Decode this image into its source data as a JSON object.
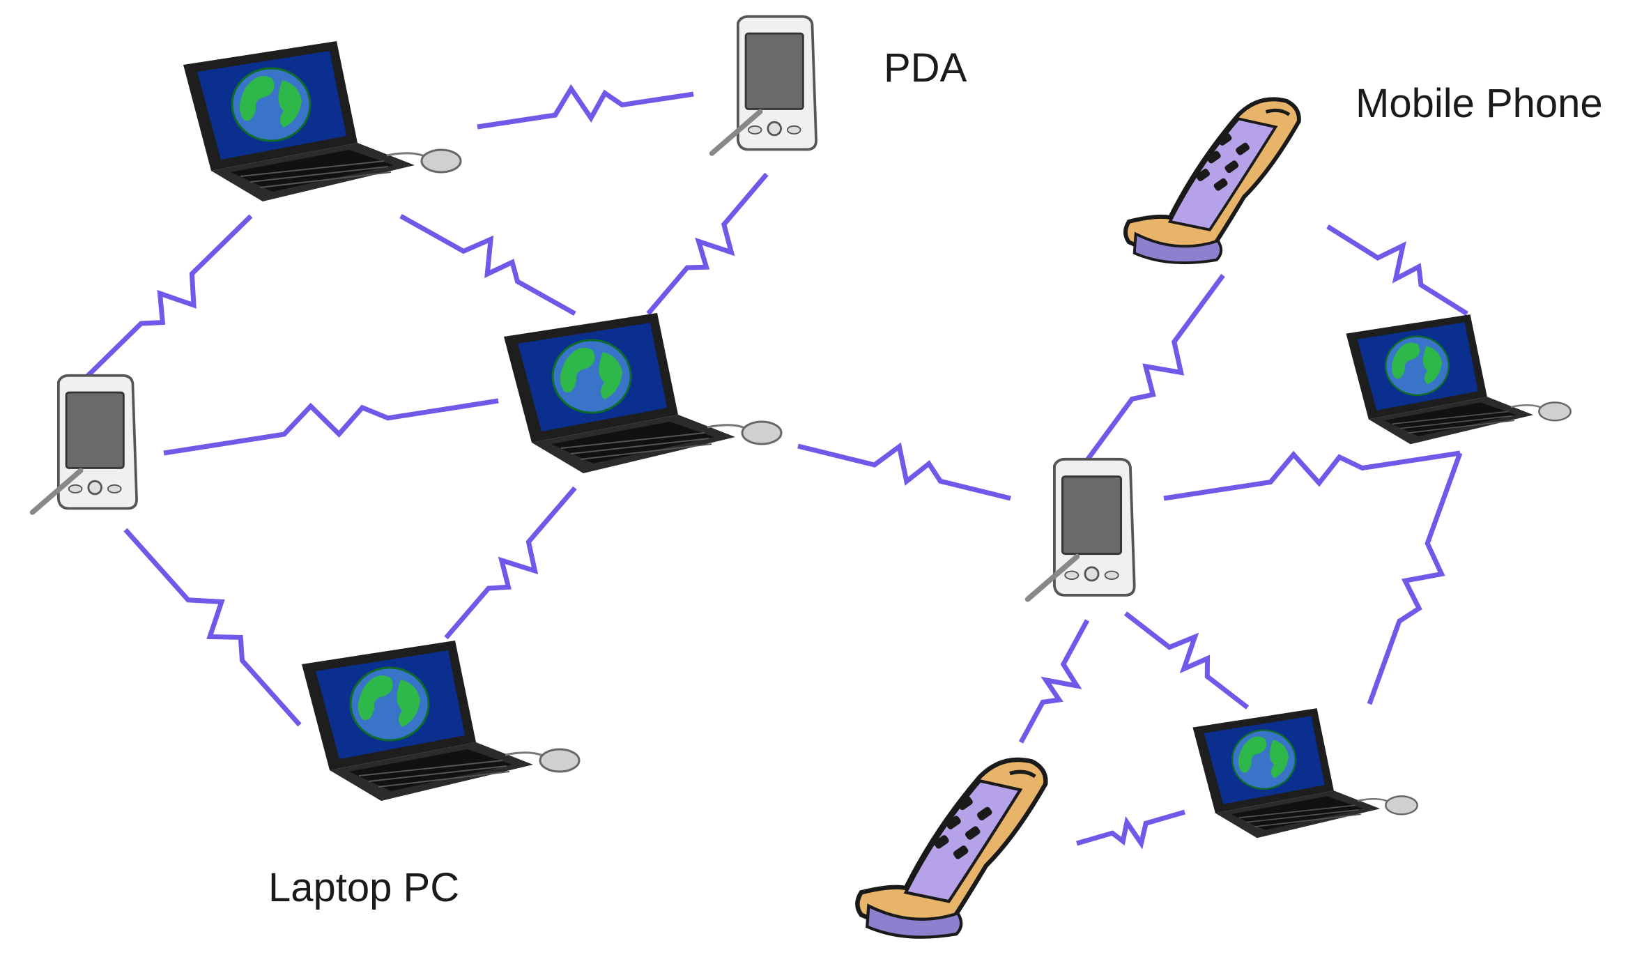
{
  "labels": {
    "pda": "PDA",
    "mobile_phone": "Mobile Phone",
    "laptop_pc": "Laptop PC"
  },
  "colors": {
    "link": "#7058e8",
    "laptop_body": "#1e1e1e",
    "laptop_screen": "#0a2f8e",
    "globe_land": "#2fb84a",
    "globe_sea": "#3a74c9",
    "pda_body": "#f0f0f0",
    "pda_screen": "#6a6a6a",
    "phone_body": "#e8b46a",
    "phone_accent": "#8f7fcf"
  },
  "devices": [
    {
      "id": "laptop-1",
      "type": "laptop"
    },
    {
      "id": "pda-1",
      "type": "pda"
    },
    {
      "id": "laptop-2",
      "type": "laptop"
    },
    {
      "id": "pda-2",
      "type": "pda"
    },
    {
      "id": "laptop-3",
      "type": "laptop"
    },
    {
      "id": "phone-1",
      "type": "phone"
    },
    {
      "id": "laptop-4",
      "type": "laptop"
    },
    {
      "id": "pda-3",
      "type": "pda"
    },
    {
      "id": "laptop-5",
      "type": "laptop"
    },
    {
      "id": "phone-2",
      "type": "phone"
    }
  ],
  "links": [
    {
      "from": "laptop-1",
      "to": "pda-1"
    },
    {
      "from": "laptop-1",
      "to": "pda-2"
    },
    {
      "from": "laptop-1",
      "to": "laptop-2"
    },
    {
      "from": "pda-1",
      "to": "laptop-2"
    },
    {
      "from": "pda-2",
      "to": "laptop-2"
    },
    {
      "from": "pda-2",
      "to": "laptop-3"
    },
    {
      "from": "laptop-2",
      "to": "laptop-3"
    },
    {
      "from": "laptop-2",
      "to": "pda-3"
    },
    {
      "from": "phone-1",
      "to": "pda-3"
    },
    {
      "from": "phone-1",
      "to": "laptop-4"
    },
    {
      "from": "pda-3",
      "to": "laptop-4"
    },
    {
      "from": "laptop-4",
      "to": "laptop-5"
    },
    {
      "from": "pda-3",
      "to": "laptop-5"
    },
    {
      "from": "pda-3",
      "to": "phone-2"
    },
    {
      "from": "laptop-5",
      "to": "phone-2"
    }
  ]
}
